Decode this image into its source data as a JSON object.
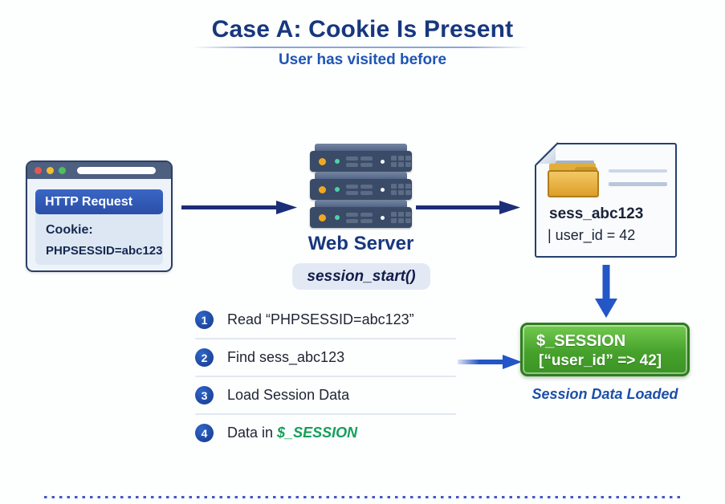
{
  "title": {
    "text": "Case A: Cookie Is Present",
    "subtitle": "User has visited before"
  },
  "browser_window": {
    "http_request_label": "HTTP Request",
    "cookie_label": "Cookie:",
    "cookie_value": "PHPSESSID=abc123"
  },
  "web_server": {
    "label": "Web Server",
    "code": "session_start()"
  },
  "session_file": {
    "filename": "sess_abc123",
    "content": "| user_id = 42"
  },
  "session_box": {
    "variable": "$_SESSION",
    "value": "[“user_id” => 42]",
    "caption": "Session Data Loaded"
  },
  "steps": [
    {
      "num": "1",
      "text": "Read “PHPSESSID=abc123”",
      "highlight": ""
    },
    {
      "num": "2",
      "text": "Find sess_abc123",
      "highlight": ""
    },
    {
      "num": "3",
      "text": "Load Session Data",
      "highlight": ""
    },
    {
      "num": "4",
      "text": "Data in ",
      "highlight": "$_SESSION"
    }
  ],
  "colors": {
    "title_navy": "#17377e",
    "subtitle_blue": "#1e55b4",
    "arrow_navy": "#1b2e78",
    "arrow_blue": "#2356c6",
    "banner_blue": "#2a4fa8",
    "badge_blue": "#1d4ca8",
    "session_green": "#43a02a",
    "highlight_green": "#13a05c",
    "folder_amber": "#e8ab3a",
    "server_slate": "#3a4b67"
  }
}
